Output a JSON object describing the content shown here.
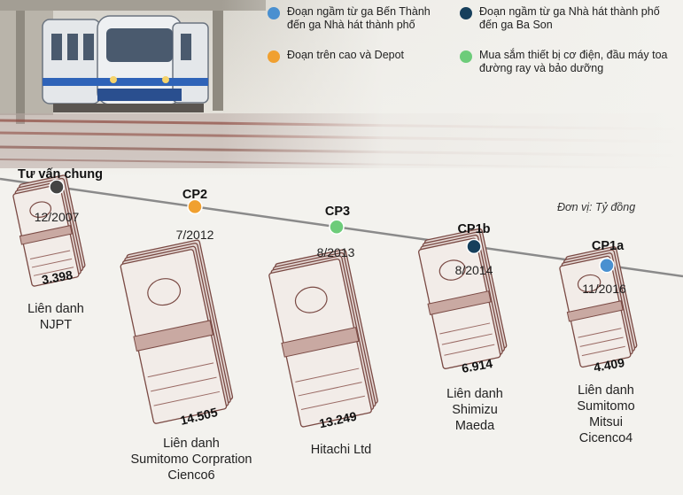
{
  "legend": [
    {
      "text": "Đoạn ngầm từ ga Bến Thành\nđến ga Nhà hát thành phố",
      "color": "#4a90d0"
    },
    {
      "text": "Đoạn ngầm từ ga Nhà hát thành phố\nđến ga Ba Son",
      "color": "#163f5c"
    },
    {
      "text": "Đoạn trên cao và Depot",
      "color": "#f0a030"
    },
    {
      "text": "Mua sắm thiết bị cơ điện, đầu máy toa\nđường ray và bảo dưỡng",
      "color": "#6dcc7a"
    }
  ],
  "unit_note": "Đơn vị: Tỷ đồng",
  "packages": [
    {
      "name": "Tư vấn chung",
      "date": "12/2007",
      "amount": "3.398",
      "value": 3398,
      "contractor": "Liên danh\nNJPT",
      "color": "#444444"
    },
    {
      "name": "CP2",
      "date": "7/2012",
      "amount": "14.505",
      "value": 14505,
      "contractor": "Liên danh\nSumitomo Corpration\nCienco6",
      "color": "#f0a030"
    },
    {
      "name": "CP3",
      "date": "8/2013",
      "amount": "13.249",
      "value": 13249,
      "contractor": "Hitachi Ltd",
      "color": "#6dcc7a"
    },
    {
      "name": "CP1b",
      "date": "8/2014",
      "amount": "6.914",
      "value": 6914,
      "contractor": "Liên danh\nShimizu\nMaeda",
      "color": "#163f5c"
    },
    {
      "name": "CP1a",
      "date": "11/2016",
      "amount": "4.409",
      "value": 4409,
      "contractor": "Liên danh\nSumitomo Mitsui\nCicenco4",
      "color": "#4a90d0"
    }
  ]
}
